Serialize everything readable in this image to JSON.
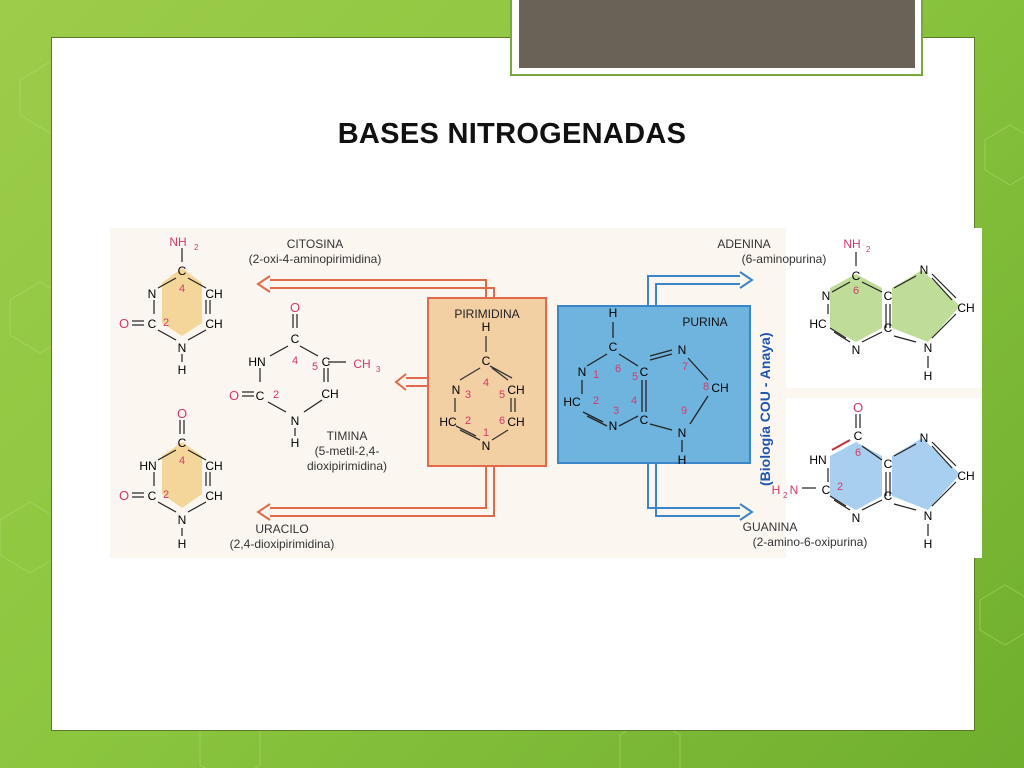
{
  "title": "BASES NITROGENADAS",
  "colors": {
    "pyrimidine_fill": "#f3cfa4",
    "pyrimidine_base_fill": "#f4d69a",
    "purine_fill": "#6fb4df",
    "adenine_fill": "#bfdc98",
    "guanine_fill": "#a8cff0",
    "pyrimidine_arrow": "#e06a4a",
    "purine_arrow": "#3a86c8",
    "number_color": "#d43a6a"
  },
  "diagram": {
    "pyrimidine": {
      "label": "PIRIMIDINA",
      "atoms": {
        "h": "H",
        "c4": "C",
        "n3": "N",
        "c5h": "CH",
        "hc2": "HC",
        "c6h": "CH",
        "n1": "N"
      },
      "numbers": [
        "4",
        "3",
        "5",
        "2",
        "6",
        "1"
      ]
    },
    "purine": {
      "label": "PURINA",
      "atoms": {
        "h_top": "H",
        "c6": "C",
        "n1": "N",
        "n7": "N",
        "c5": "C",
        "ch8": "CH",
        "hc2": "HC",
        "c4": "C",
        "n3": "N",
        "n9": "N",
        "h_bot": "H"
      },
      "numbers": [
        "6",
        "1",
        "5",
        "7",
        "8",
        "2",
        "4",
        "3",
        "9"
      ]
    },
    "citosina": {
      "name": "CITOSINA",
      "desc": "(2-oxi-4-aminopirimidina)",
      "atoms": {
        "nh2": "NH",
        "nh2_sub": "2",
        "c4": "C",
        "n": "N",
        "ch1": "CH",
        "o": "O",
        "c2": "C",
        "ch2": "CH",
        "n1": "N",
        "h": "H"
      },
      "numbers": [
        "4",
        "2"
      ]
    },
    "timina": {
      "name": "TIMINA",
      "desc1": "(5-metil-2,4-",
      "desc2": "dioxipirimidina)",
      "atoms": {
        "o": "O",
        "hn": "HN",
        "c4": "C",
        "c5": "C",
        "ch3": "CH",
        "ch3_sub": "3",
        "o2": "O",
        "c2": "C",
        "ch": "CH",
        "n1": "N",
        "h": "H"
      },
      "numbers": [
        "4",
        "5",
        "2"
      ]
    },
    "uracilo": {
      "name": "URACILO",
      "desc": "(2,4-dioxipirimidina)",
      "atoms": {
        "o": "O",
        "c4": "C",
        "hn": "HN",
        "ch1": "CH",
        "o2": "O",
        "c2": "C",
        "ch2": "CH",
        "n1": "N",
        "h": "H"
      },
      "numbers": [
        "4",
        "2"
      ]
    },
    "adenina": {
      "name": "ADENINA",
      "desc": "(6-aminopurina)",
      "atoms": {
        "nh2": "NH",
        "nh2_sub": "2",
        "c6": "C",
        "n7": "N",
        "n1": "N",
        "c5": "C",
        "ch8": "CH",
        "hc2": "HC",
        "c4": "C",
        "n3": "N",
        "n9": "N",
        "h": "H"
      },
      "numbers": [
        "6"
      ]
    },
    "guanina": {
      "name": "GUANINA",
      "desc": "(2-amino-6-oxipurina)",
      "atoms": {
        "o": "O",
        "c6": "C",
        "n7": "N",
        "hn": "HN",
        "c5": "C",
        "ch8": "CH",
        "h2n_h": "H",
        "h2n_sub": "2",
        "h2n_n": "N",
        "c2": "C",
        "c4": "C",
        "n3": "N",
        "n9": "N",
        "h": "H"
      },
      "numbers": [
        "6",
        "2"
      ]
    },
    "credit": "(Biología COU - Anaya)"
  }
}
